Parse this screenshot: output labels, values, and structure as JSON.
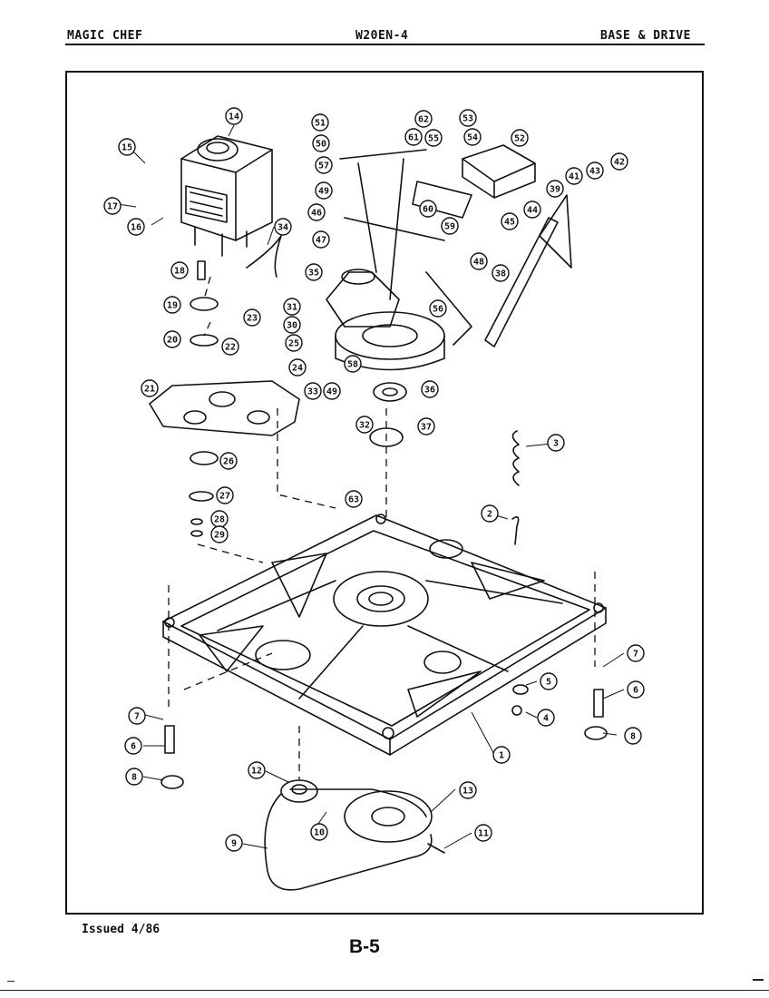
{
  "header": {
    "brand": "MAGIC CHEF",
    "model": "W20EN-4",
    "section": "BASE & DRIVE"
  },
  "footer": {
    "issued": "Issued 4/86",
    "page": "B-5"
  },
  "callouts": [
    "14",
    "15",
    "17",
    "16",
    "18",
    "19",
    "20",
    "21",
    "22",
    "23",
    "31",
    "30",
    "25",
    "24",
    "26",
    "27",
    "28",
    "29",
    "34",
    "51",
    "50",
    "57",
    "49",
    "46",
    "47",
    "35",
    "62",
    "61",
    "55",
    "53",
    "54",
    "52",
    "60",
    "59",
    "48",
    "56",
    "58",
    "49",
    "33",
    "32",
    "36",
    "37",
    "42",
    "43",
    "41",
    "39",
    "44",
    "45",
    "38",
    "3",
    "2",
    "63",
    "7",
    "6",
    "8",
    "5",
    "4",
    "1",
    "7",
    "6",
    "8",
    "12",
    "10",
    "13",
    "11",
    "9"
  ]
}
